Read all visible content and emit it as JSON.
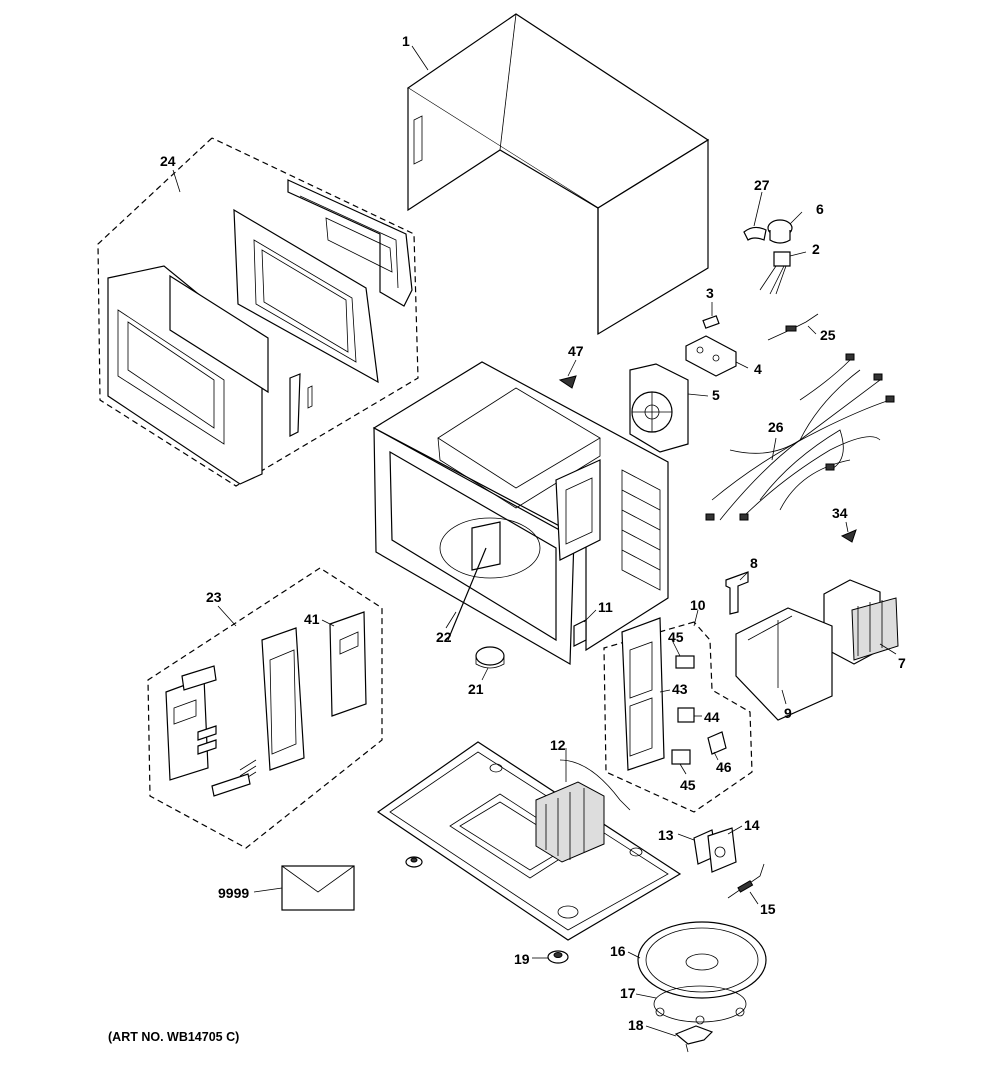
{
  "art_number": "(ART NO. WB14705 C)",
  "callouts": {
    "c1": "1",
    "c24": "24",
    "c27": "27",
    "c6": "6",
    "c2": "2",
    "c3": "3",
    "c25": "25",
    "c47": "47",
    "c4": "4",
    "c5": "5",
    "c26": "26",
    "c34": "34",
    "c8": "8",
    "c7": "7",
    "c23": "23",
    "c41": "41",
    "c22": "22",
    "c11": "11",
    "c10": "10",
    "c45a": "45",
    "c43": "43",
    "c44": "44",
    "c9": "9",
    "c21": "21",
    "c46": "46",
    "c45b": "45",
    "c12": "12",
    "c13": "13",
    "c14": "14",
    "c9999": "9999",
    "c15": "15",
    "c16": "16",
    "c19": "19",
    "c17": "17",
    "c18": "18"
  }
}
